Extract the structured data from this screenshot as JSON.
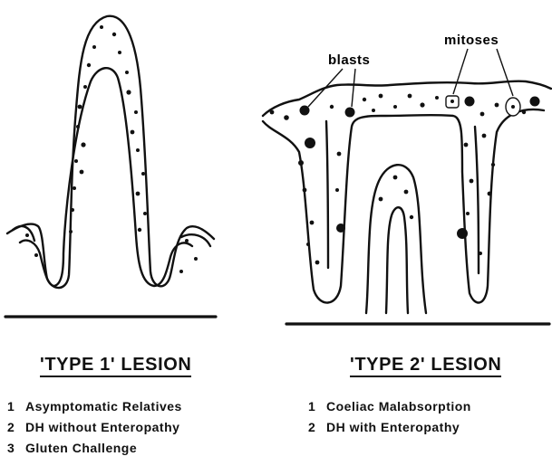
{
  "annotations": {
    "blasts": "blasts",
    "mitoses": "mitoses"
  },
  "lesions": [
    {
      "heading": "'TYPE 1' LESION",
      "items": [
        {
          "num": "1",
          "text": "Asymptomatic Relatives"
        },
        {
          "num": "2",
          "text": "DH without Enteropathy"
        },
        {
          "num": "3",
          "text": "Gluten Challenge"
        }
      ]
    },
    {
      "heading": "'TYPE 2' LESION",
      "items": [
        {
          "num": "1",
          "text": "Coeliac Malabsorption"
        },
        {
          "num": "2",
          "text": "DH with Enteropathy"
        }
      ]
    }
  ],
  "colors": {
    "ink": "#111111",
    "background": "#ffffff"
  }
}
